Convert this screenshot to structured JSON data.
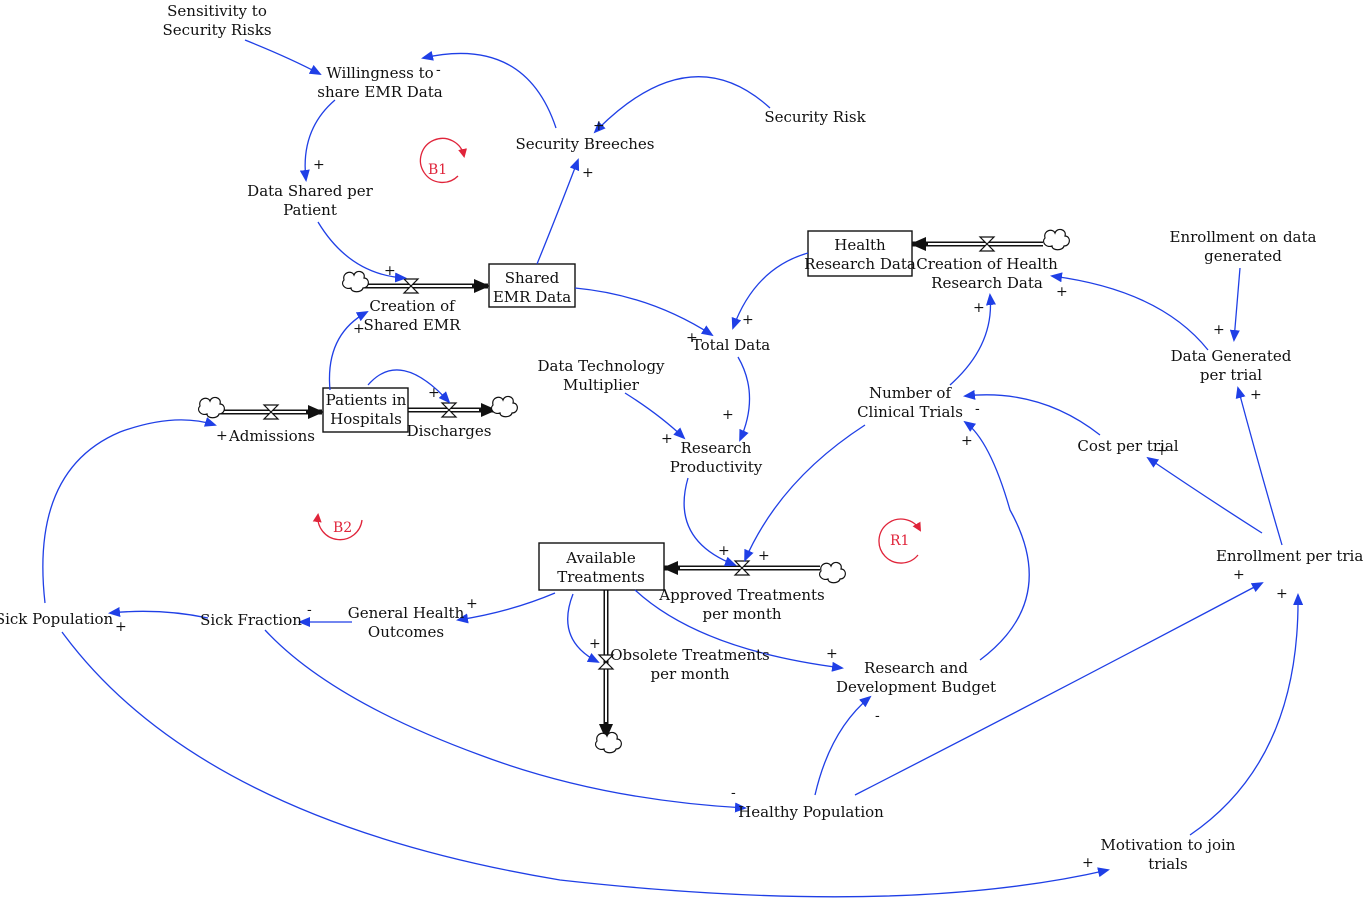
{
  "variables": {
    "sensitivity": "Sensitivity to\nSecurity Risks",
    "willingness": "Willingness to\nshare EMR Data",
    "data_shared": "Data Shared per\nPatient",
    "security_breeches": "Security Breeches",
    "security_risk": "Security Risk",
    "creation_shared_emr": "Creation of\nShared EMR",
    "shared_emr": "Shared\nEMR Data",
    "health_research_data": "Health\nResearch Data",
    "creation_health_research": "Creation of Health\nResearch Data",
    "enrollment_on_data": "Enrollment on data\ngenerated",
    "data_generated": "Data Generated\nper trial",
    "total_data": "Total Data",
    "data_technology": "Data Technology\nMultiplier",
    "research_productivity": "Research\nProductivity",
    "number_trials": "Number of\nClinical Trials",
    "cost_per_trial": "Cost per trial",
    "patients_hospitals": "Patients in\nHospitals",
    "admissions": "Admissions",
    "discharges": "Discharges",
    "available_treatments": "Available\nTreatments",
    "approved_treatments": "Approved Treatments\nper month",
    "obsolete_treatments": "Obsolete Treatments\nper month",
    "enrollment_per_trial": "Enrollment per trial",
    "sick_population": "Sick Population",
    "sick_fraction": "Sick Fraction",
    "general_health": "General Health\nOutcomes",
    "rd_budget": "Research and\nDevelopment Budget",
    "healthy_population": "Healthy Population",
    "motivation": "Motivation to join\ntrials"
  },
  "loops": {
    "b1": "B1",
    "b2": "B2",
    "r1": "R1"
  },
  "polarity": {
    "plus": "+",
    "minus": "-"
  },
  "colors": {
    "link": "#1f3fe6",
    "loop": "#e0243a",
    "stock": "#111111"
  }
}
